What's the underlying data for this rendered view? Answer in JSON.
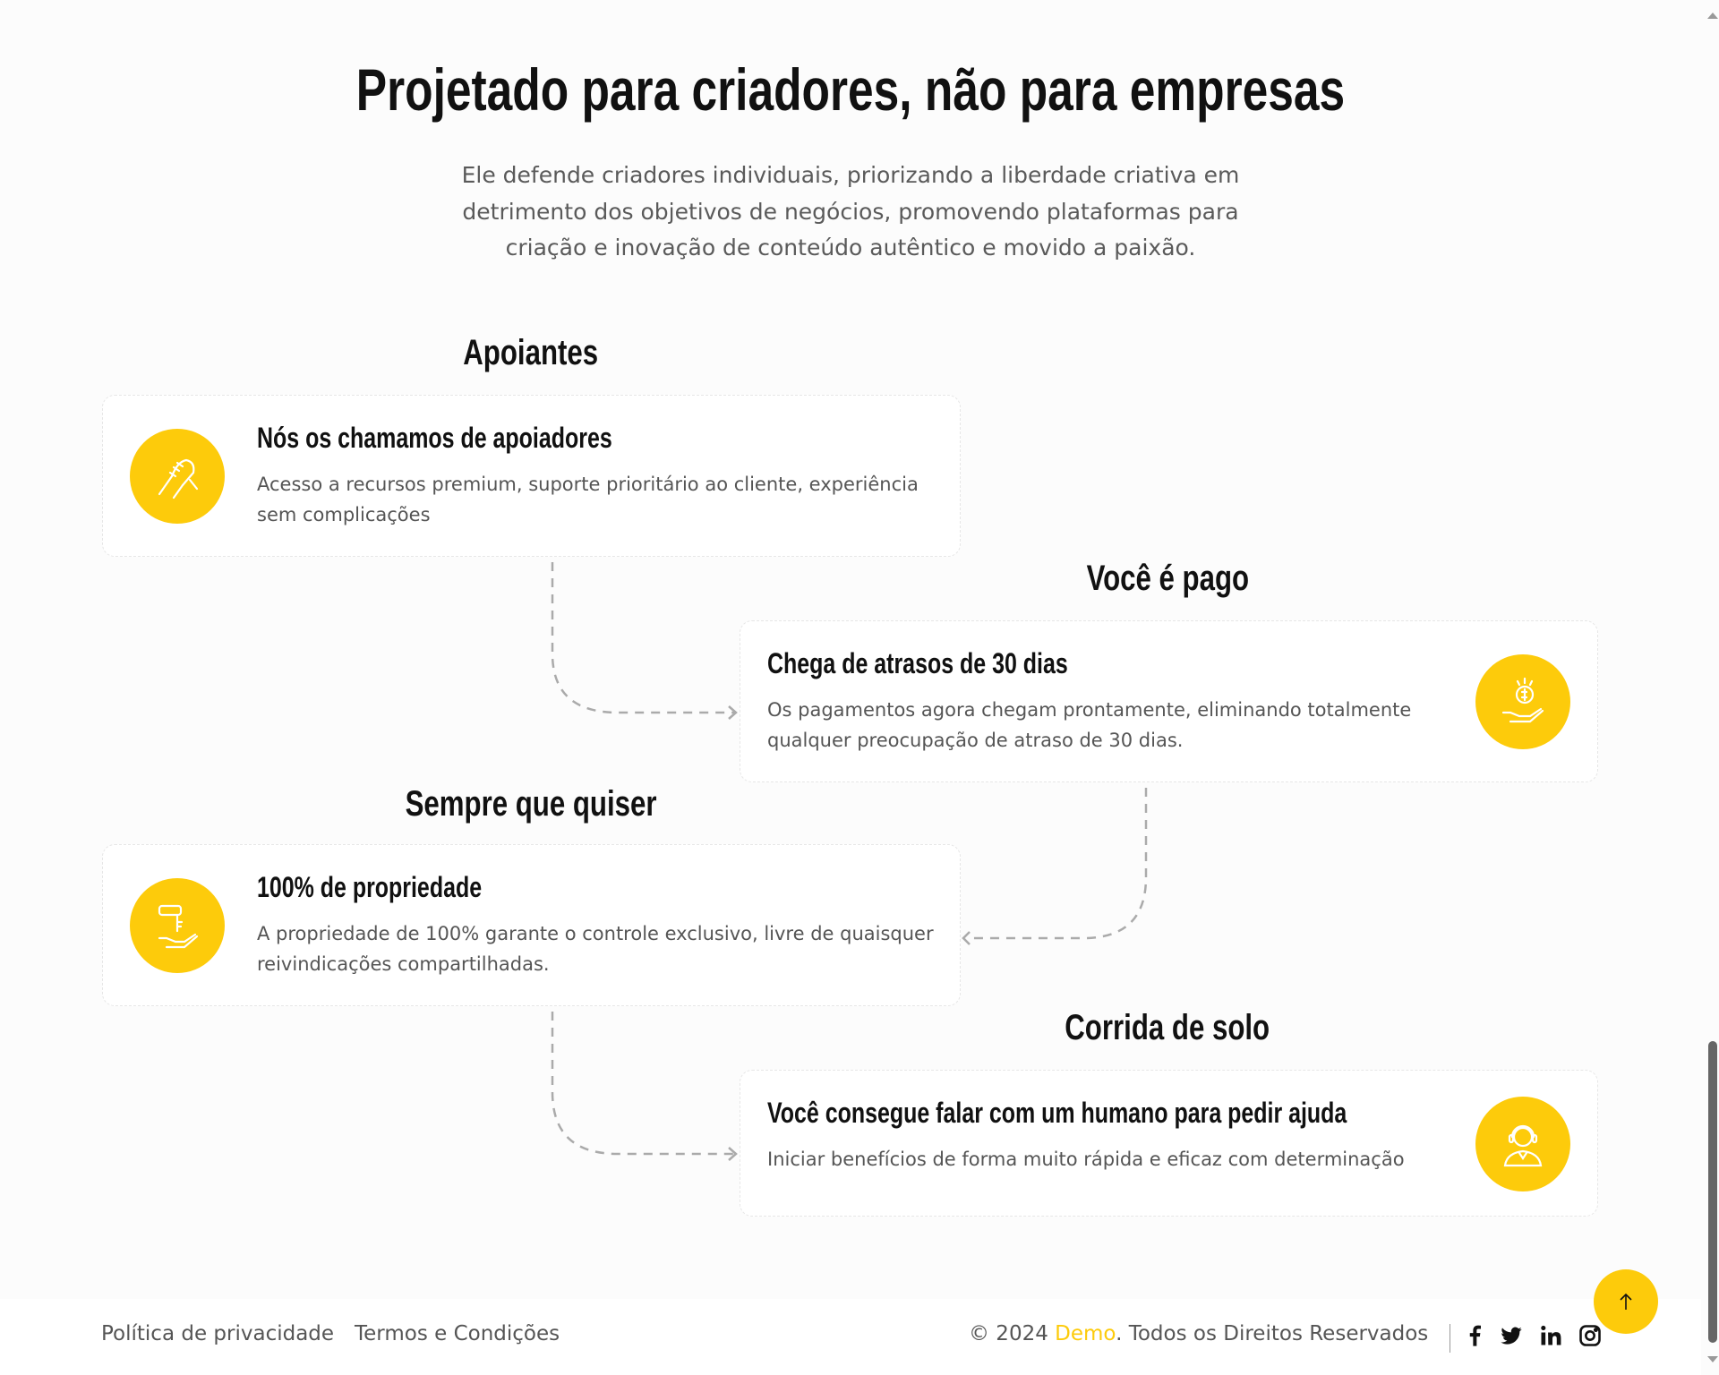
{
  "header": {
    "title": "Projetado para criadores, não para empresas",
    "subtitle": "Ele defende criadores individuais, priorizando a liberdade criativa em detrimento dos objetivos de negócios, promovendo plataformas para criação e inovação de conteúdo autêntico e movido a paixão."
  },
  "steps": [
    {
      "section": "Apoiantes",
      "title": "Nós os chamamos de apoiadores",
      "description": "Acesso a recursos premium, suporte prioritário ao cliente, experiência sem complicações",
      "icon": "handshake-icon"
    },
    {
      "section": "Você é pago",
      "title": "Chega de atrasos de 30 dias",
      "description": "Os pagamentos agora chegam prontamente, eliminando totalmente qualquer preocupação de atraso de 30 dias.",
      "icon": "hand-coin-icon"
    },
    {
      "section": "Sempre que quiser",
      "title": "100% de propriedade",
      "description": "A propriedade de 100% garante o controle exclusivo, livre de quaisquer reivindicações compartilhadas.",
      "icon": "hand-key-icon"
    },
    {
      "section": "Corrida de solo",
      "title": "Você consegue falar com um humano para pedir ajuda",
      "description": "Iniciar benefícios de forma muito rápida e eficaz com determinação",
      "icon": "support-agent-icon"
    }
  ],
  "footer": {
    "links": [
      "Política de privacidade",
      "Termos e Condições"
    ],
    "copyright_prefix": "© 2024 ",
    "brand": "Demo",
    "copyright_suffix": ". Todos os Direitos Reservados",
    "social": [
      "facebook-icon",
      "twitter-icon",
      "linkedin-icon",
      "instagram-icon"
    ]
  },
  "colors": {
    "accent": "#fdcb0b",
    "text": "#111111",
    "muted": "#555555"
  }
}
